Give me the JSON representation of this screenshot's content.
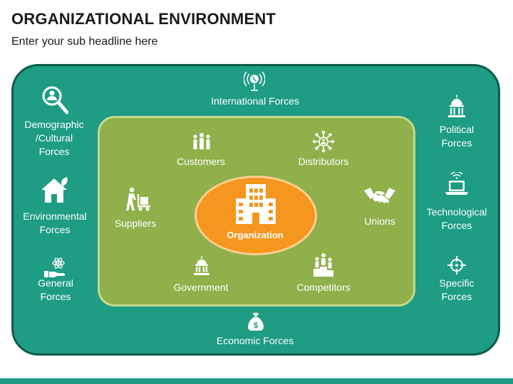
{
  "title": "ORGANIZATIONAL ENVIRONMENT",
  "subtitle": "Enter your sub headline here",
  "center": {
    "label": "Organization",
    "icon": "building-icon"
  },
  "inner_nodes": {
    "customers": {
      "label": "Customers",
      "icon": "people-group-icon"
    },
    "distributors": {
      "label": "Distributors",
      "icon": "network-hub-icon"
    },
    "suppliers": {
      "label": "Suppliers",
      "icon": "worker-hand-truck-icon"
    },
    "unions": {
      "label": "Unions",
      "icon": "handshake-icon"
    },
    "government": {
      "label": "Government",
      "icon": "government-building-icon"
    },
    "competitors": {
      "label": "Competitors",
      "icon": "podium-icon"
    }
  },
  "outer_nodes": {
    "international": {
      "label": "International Forces",
      "icon": "globe-signal-icon"
    },
    "demographic": {
      "line1": "Demographic",
      "line2": "/Cultural",
      "line3": "Forces",
      "icon": "magnifier-person-icon"
    },
    "environmental": {
      "line1": "Environmental",
      "line2": "Forces",
      "icon": "house-leaf-icon"
    },
    "general": {
      "line1": "General",
      "line2": "Forces",
      "icon": "hand-atom-icon"
    },
    "economic": {
      "label": "Economic Forces",
      "icon": "money-bag-icon"
    },
    "political": {
      "line1": "Political",
      "line2": "Forces",
      "icon": "capitol-icon"
    },
    "technological": {
      "line1": "Technological",
      "line2": "Forces",
      "icon": "laptop-signal-icon"
    },
    "specific": {
      "line1": "Specific",
      "line2": "Forces",
      "icon": "crosshair-icon"
    }
  },
  "colors": {
    "outer_fill": "#1e9c84",
    "outer_border": "#0f5c4c",
    "inner_fill": "#8fb04a",
    "inner_border": "#c4d98e",
    "center_fill": "#f5961f",
    "text": "#ffffff"
  }
}
